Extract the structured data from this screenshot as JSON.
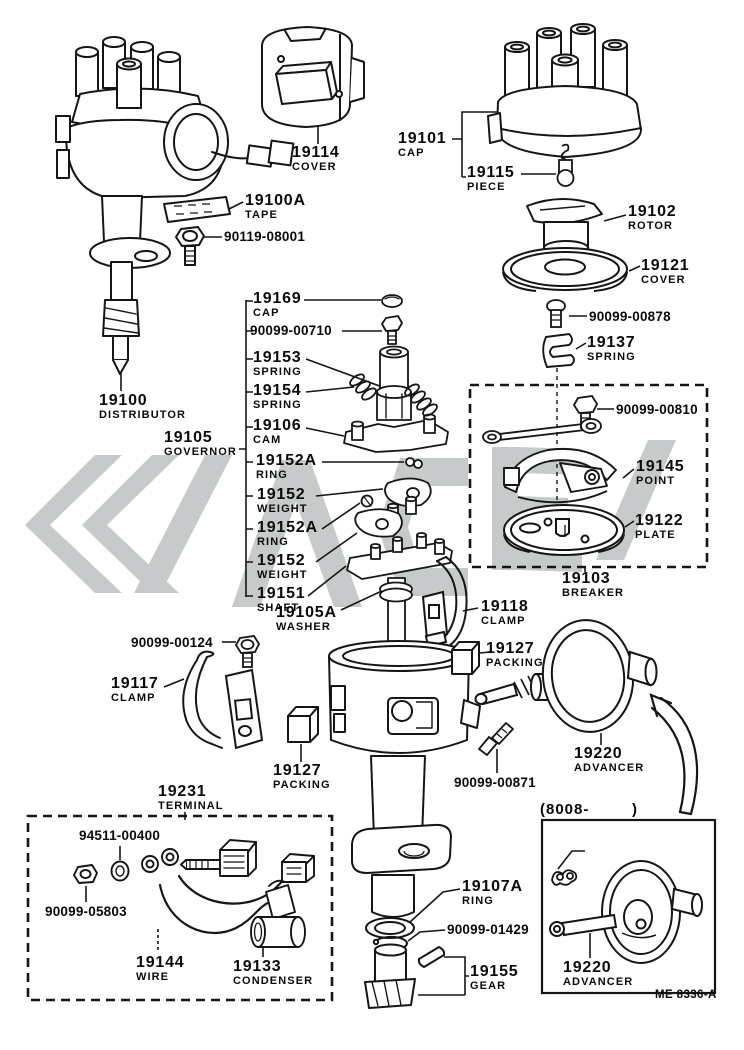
{
  "diagram": {
    "title_hint": "distributor exploded parts diagram",
    "suffix_open": "(8008-",
    "suffix_close": ")",
    "sheet_code": "ME 8336-A",
    "watermark_color": "#c6caca",
    "line_color": "#151515"
  },
  "parts": [
    {
      "code": "19114",
      "name": "COVER"
    },
    {
      "code": "19100A",
      "name": "TAPE"
    },
    {
      "code": "90119-08001",
      "name": ""
    },
    {
      "code": "19100",
      "name": "DISTRIBUTOR"
    },
    {
      "code": "19101",
      "name": "CAP"
    },
    {
      "code": "19115",
      "name": "PIECE"
    },
    {
      "code": "19102",
      "name": "ROTOR"
    },
    {
      "code": "19121",
      "name": "COVER"
    },
    {
      "code": "90099-00878",
      "name": ""
    },
    {
      "code": "19137",
      "name": "SPRING"
    },
    {
      "code": "90099-00810",
      "name": ""
    },
    {
      "code": "19145",
      "name": "POINT"
    },
    {
      "code": "19122",
      "name": "PLATE"
    },
    {
      "code": "19103",
      "name": "BREAKER"
    },
    {
      "code": "19169",
      "name": "CAP"
    },
    {
      "code": "90099-00710",
      "name": ""
    },
    {
      "code": "19153",
      "name": "SPRING"
    },
    {
      "code": "19154",
      "name": "SPRING"
    },
    {
      "code": "19106",
      "name": "CAM"
    },
    {
      "code": "19105",
      "name": "GOVERNOR"
    },
    {
      "code": "19152A",
      "name": "RING"
    },
    {
      "code": "19152",
      "name": "WEIGHT"
    },
    {
      "code": "19152A",
      "name": "RING"
    },
    {
      "code": "19152",
      "name": "WEIGHT"
    },
    {
      "code": "19151",
      "name": "SHAFT"
    },
    {
      "code": "19105A",
      "name": "WASHER"
    },
    {
      "code": "19118",
      "name": "CLAMP"
    },
    {
      "code": "19127",
      "name": "PACKING"
    },
    {
      "code": "90099-00124",
      "name": ""
    },
    {
      "code": "19117",
      "name": "CLAMP"
    },
    {
      "code": "19127",
      "name": "PACKING"
    },
    {
      "code": "90099-00871",
      "name": ""
    },
    {
      "code": "19220",
      "name": "ADVANCER"
    },
    {
      "code": "19231",
      "name": "TERMINAL"
    },
    {
      "code": "94511-00400",
      "name": ""
    },
    {
      "code": "90099-05803",
      "name": ""
    },
    {
      "code": "19144",
      "name": "WIRE"
    },
    {
      "code": "19133",
      "name": "CONDENSER"
    },
    {
      "code": "19107A",
      "name": "RING"
    },
    {
      "code": "90099-01429",
      "name": ""
    },
    {
      "code": "19155",
      "name": "GEAR"
    },
    {
      "code": "19220",
      "name": "ADVANCER"
    }
  ]
}
